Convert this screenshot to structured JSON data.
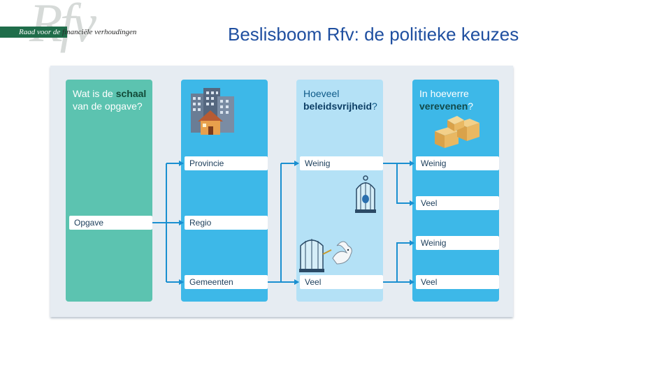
{
  "logo": {
    "monogram": "Rfv",
    "text_white": "Raad voor de",
    "text_dark": "financiële verhoudingen"
  },
  "title": "Beslisboom Rfv: de politieke keuzes",
  "diagram": {
    "columns": [
      {
        "heading_pre": "Wat is de ",
        "heading_bold": "schaal",
        "heading_post": "van de opgave?",
        "nodes": [
          "Opgave"
        ]
      },
      {
        "nodes": [
          "Provincie",
          "Regio",
          "Gemeenten"
        ]
      },
      {
        "heading_pre": "Hoeveel",
        "heading_bold": "beleidsvrijheid",
        "heading_post": "?",
        "nodes": [
          "Weinig",
          "Veel"
        ]
      },
      {
        "heading_pre": "In hoeverre",
        "heading_bold": "verevenen",
        "heading_post": "?",
        "nodes": [
          "Weinig",
          "Veel",
          "Weinig",
          "Veel"
        ]
      }
    ]
  },
  "icons": {
    "column2": "buildings-icon",
    "column3_top": "birdcage-icon",
    "column3_bottom": "open-birdcage-dove-icon",
    "column4": "boxes-icon"
  }
}
